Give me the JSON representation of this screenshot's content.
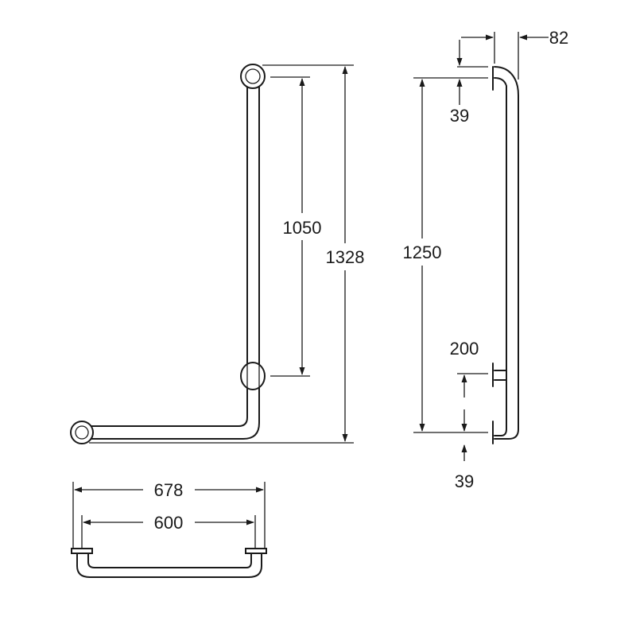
{
  "dimensions": {
    "front_height_inner": "1050",
    "front_height_total": "1328",
    "top_offset_side": "39",
    "bottom_offset_side": "39",
    "projection": "82",
    "side_height": "1250",
    "support_offset": "200",
    "length_total": "678",
    "length_inner": "600"
  }
}
